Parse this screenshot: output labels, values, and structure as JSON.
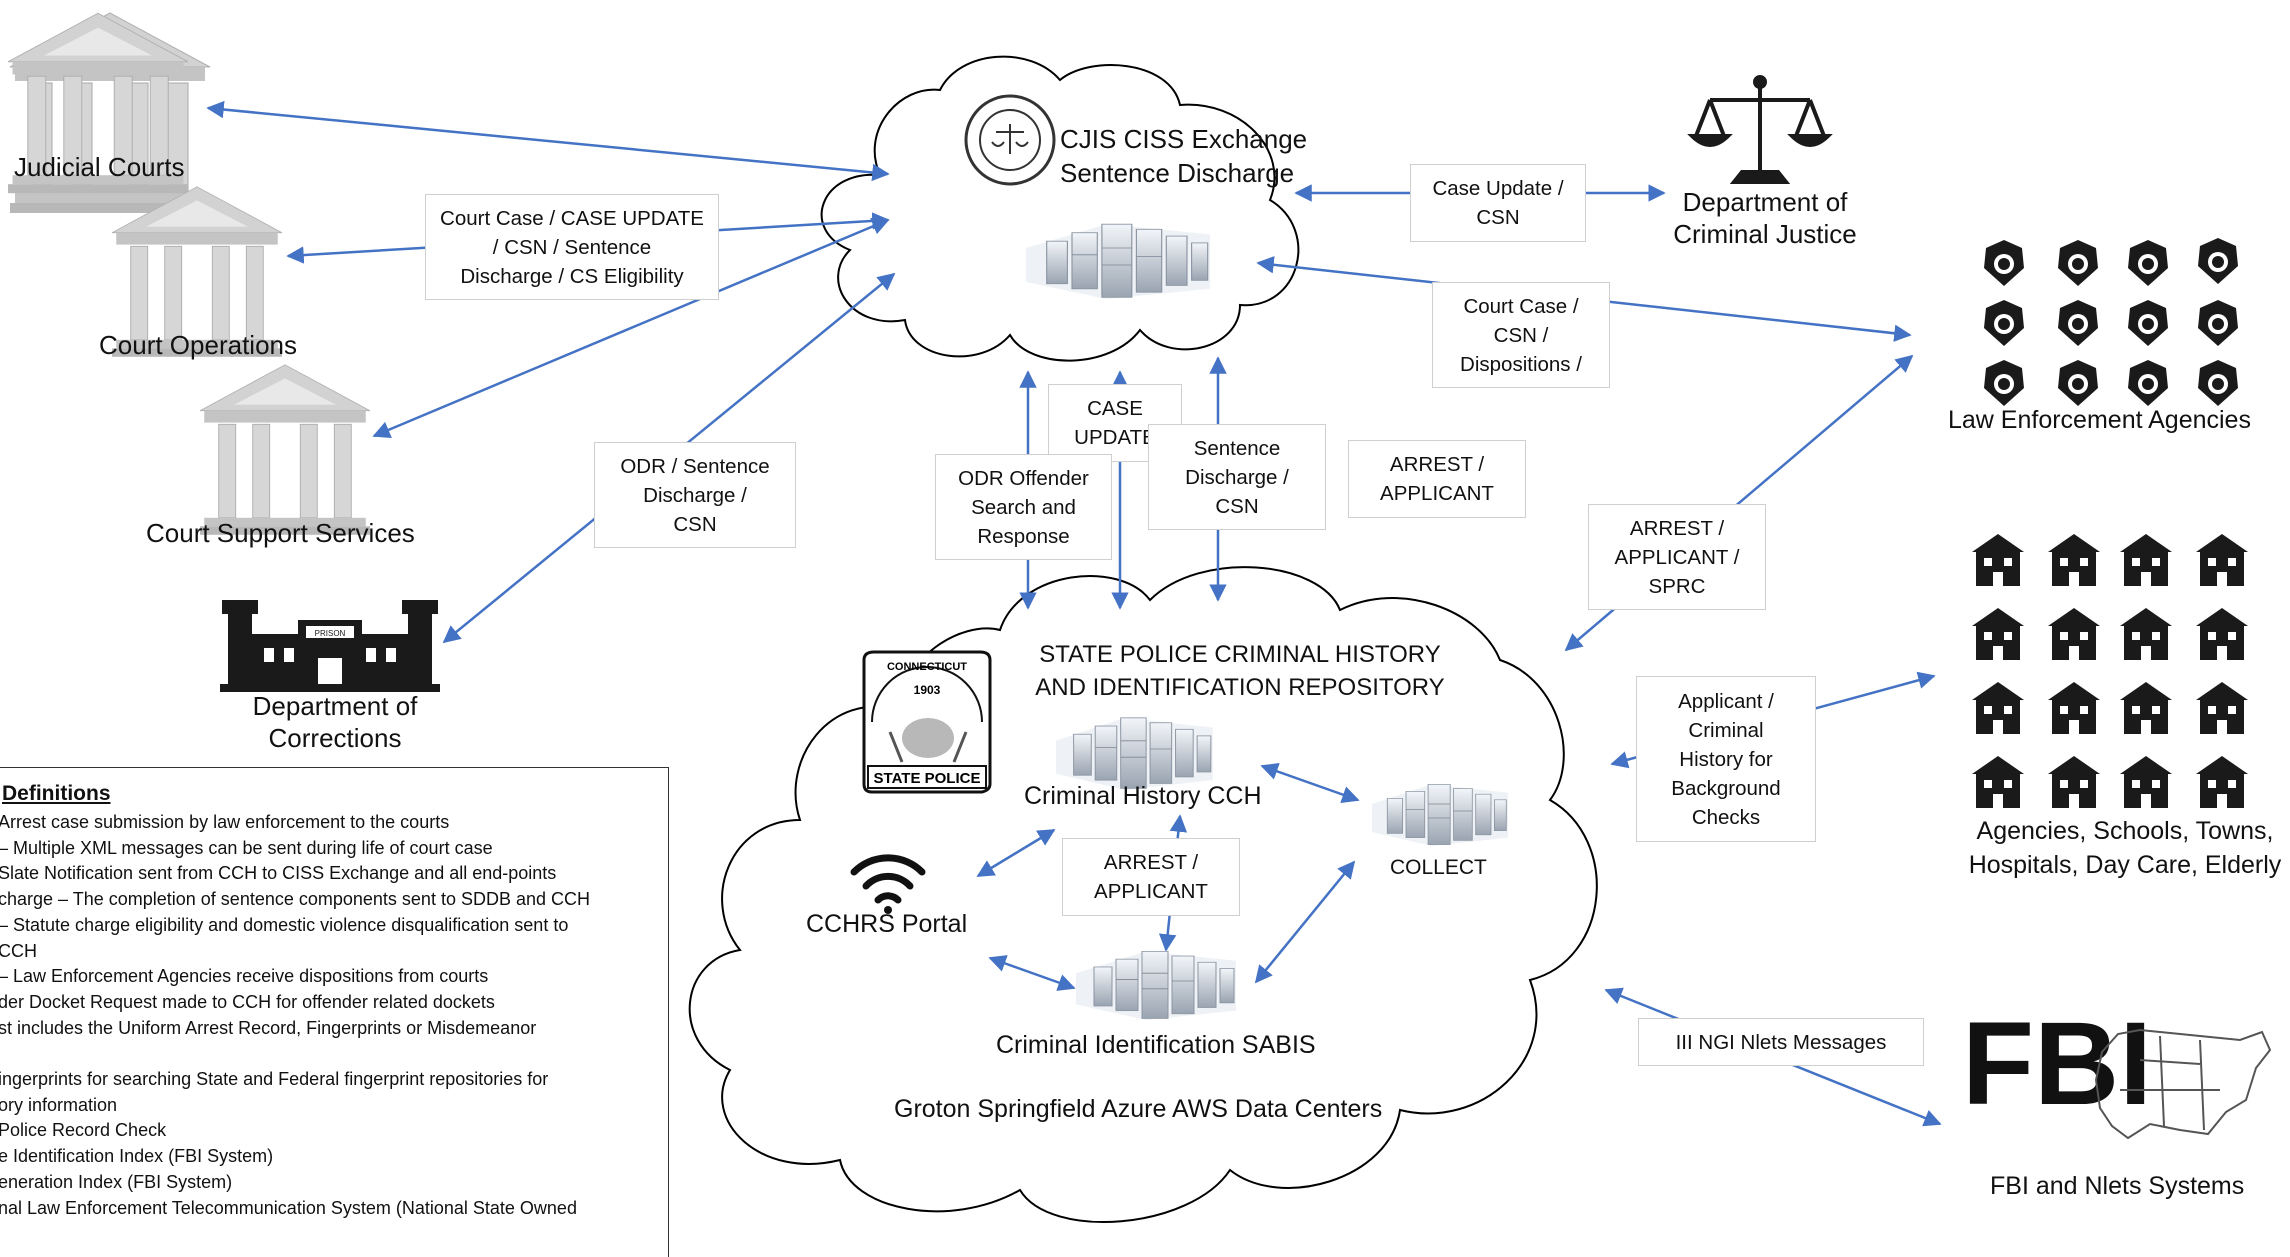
{
  "nodes": {
    "judicial_courts": "Judicial Courts",
    "court_operations": "Court Operations",
    "court_support_services": "Court Support Services",
    "doc_line1": "Department of",
    "doc_line2": "Corrections",
    "cjis_line1": "CJIS CISS Exchange",
    "cjis_line2": "Sentence Discharge",
    "dcj_line1": "Department of",
    "dcj_line2": "Criminal Justice",
    "law_enforcement": "Law Enforcement Agencies",
    "agencies_line1": "Agencies, Schools, Towns,",
    "agencies_line2": "Hospitals, Day Care, Elderly",
    "fbi_systems": "FBI and Nlets Systems",
    "fbi_logo": "FBI",
    "repo_line1": "STATE POLICE CRIMINAL HISTORY",
    "repo_line2": "AND IDENTIFICATION REPOSITORY",
    "cch": "Criminal History CCH",
    "collect": "COLLECT",
    "cchrs": "CCHRS Portal",
    "sabis": "Criminal Identification SABIS",
    "datacenters": "Groton Springfield Azure AWS Data Centers",
    "seal_top": "CONNECTICUT",
    "seal_year": "1903",
    "seal_bottom": "STATE POLICE",
    "prison_sign": "PRISON"
  },
  "flows": {
    "court_case": [
      "Court Case / CASE UPDATE",
      "/ CSN / Sentence",
      "Discharge / CS Eligibility"
    ],
    "odr_sentence": [
      "ODR / Sentence",
      "Discharge /",
      "CSN"
    ],
    "case_update_dcj": [
      "Case Update /",
      "CSN"
    ],
    "court_case_csn": [
      "Court Case /",
      "CSN /",
      "Dispositions /"
    ],
    "case_update": [
      "CASE",
      "UPDATE"
    ],
    "odr_offender": [
      "ODR Offender",
      "Search and",
      "Response"
    ],
    "sentence_discharge": [
      "Sentence",
      "Discharge /",
      "CSN"
    ],
    "arrest_applicant": [
      "ARREST /",
      "APPLICANT"
    ],
    "arrest_applicant_sprc": [
      "ARREST /",
      "APPLICANT /",
      "SPRC"
    ],
    "applicant_background": [
      "Applicant /",
      "Criminal",
      "History for",
      "Background",
      "Checks"
    ],
    "arrest_applicant_inner": [
      "ARREST /",
      "APPLICANT"
    ],
    "iii_ngi": [
      "III NGI Nlets Messages"
    ]
  },
  "definitions": {
    "title": "Definitions",
    "lines": [
      "Arrest case submission by law enforcement to the courts",
      "– Multiple XML messages can be sent during life of court case",
      "Slate Notification sent from CCH to CISS Exchange and all end-points",
      "charge – The completion of sentence components sent to SDDB and CCH",
      "– Statute charge eligibility and domestic violence disqualification sent to",
      "CCH",
      "– Law Enforcement Agencies receive dispositions from courts",
      "der Docket Request made to CCH for offender related dockets",
      "st includes the Uniform Arrest Record, Fingerprints or Misdemeanor",
      "",
      "ingerprints for searching State and Federal fingerprint repositories for",
      "ory information",
      "Police Record Check",
      "e Identification Index (FBI System)",
      "eneration Index (FBI System)",
      "nal Law Enforcement Telecommunication System (National State Owned"
    ]
  },
  "colors": {
    "arrow": "#4472c4",
    "building": "#c8c8c8",
    "dark": "#1a1a1a",
    "cloud_stroke": "#000000"
  },
  "icons": [
    "courthouse-icon",
    "prison-icon",
    "scales-icon",
    "police-badge-icon",
    "building-icon",
    "server-icon",
    "wifi-icon",
    "state-police-seal-icon",
    "cjis-seal-icon",
    "usa-map-icon"
  ]
}
